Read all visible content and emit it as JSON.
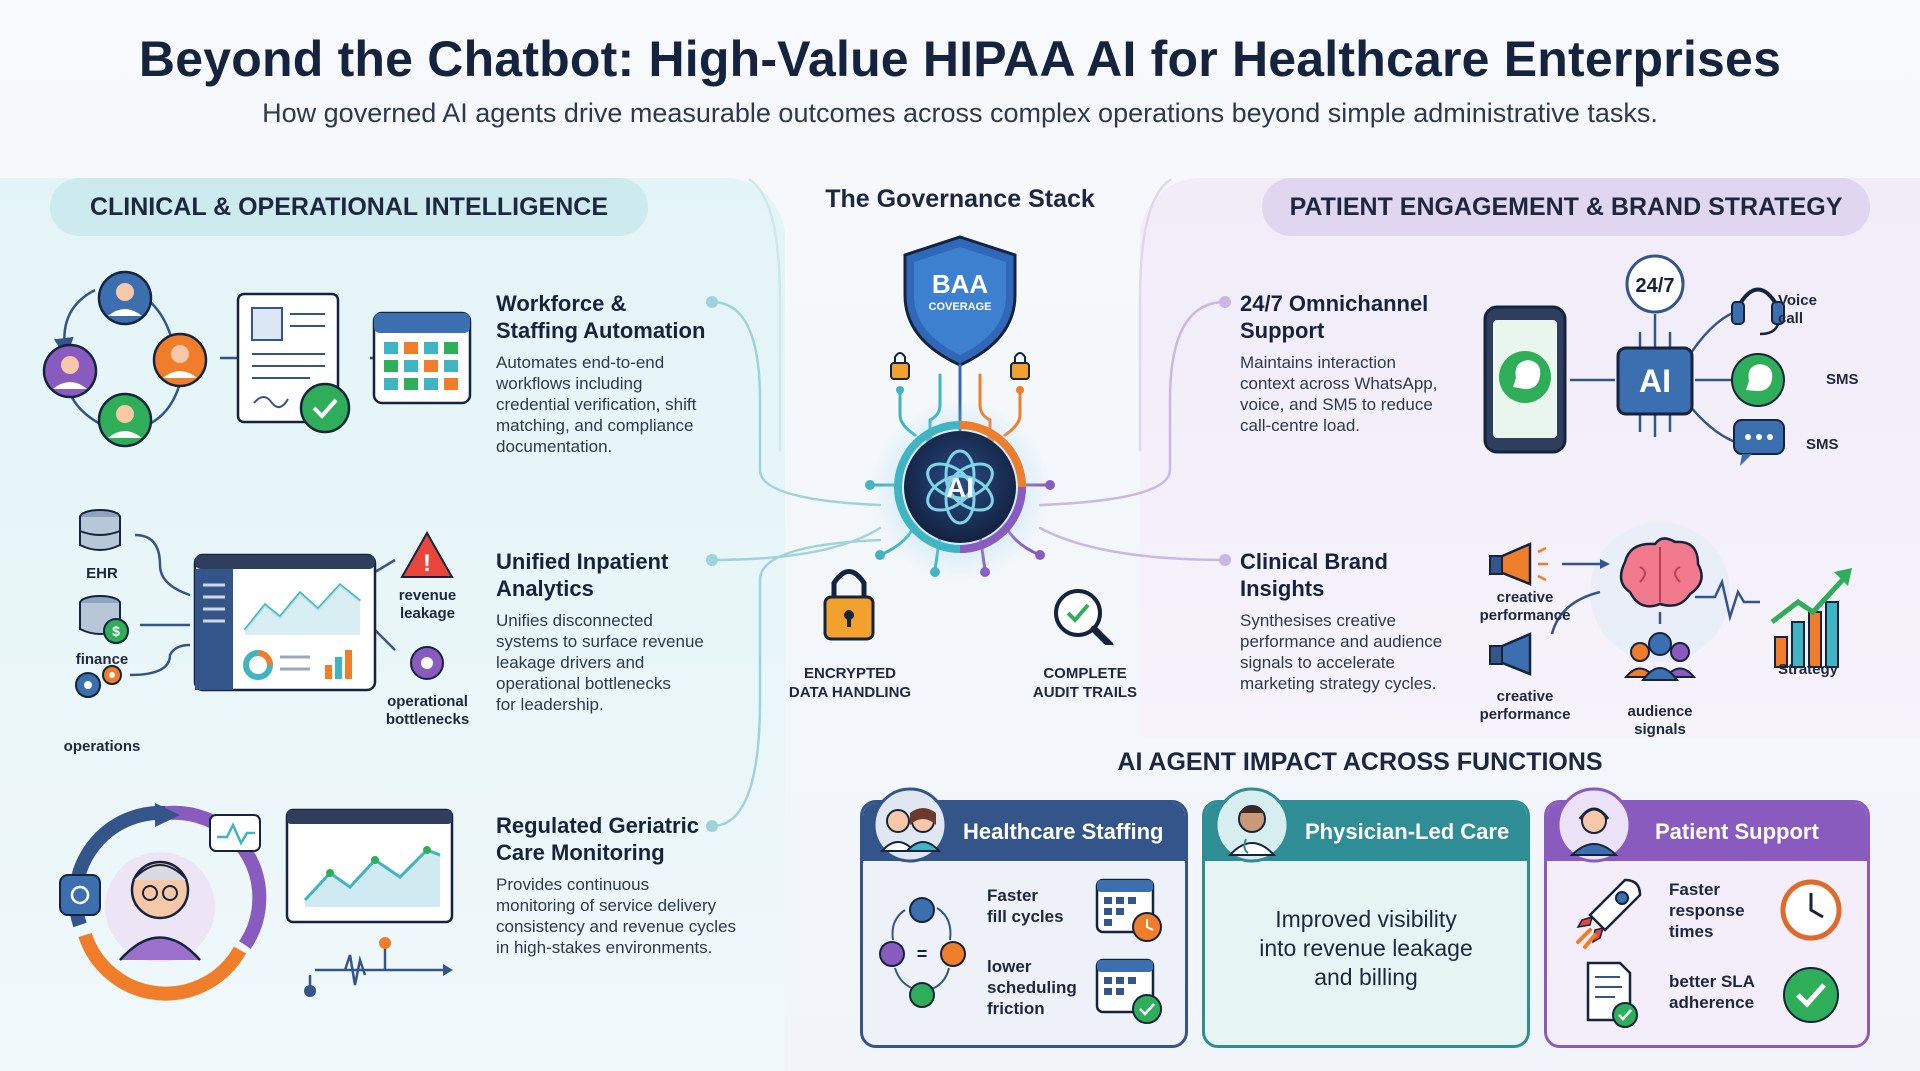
{
  "header": {
    "title": "Beyond the Chatbot: High-Value HIPAA AI for Healthcare Enterprises",
    "subtitle": "How governed AI agents drive measurable outcomes across complex operations beyond simple administrative tasks."
  },
  "left_section": {
    "heading": "CLINICAL & OPERATIONAL INTELLIGENCE",
    "features": [
      {
        "title_line1": "Workforce &",
        "title_line2": "Staffing Automation",
        "desc_lines": [
          "Automates end-to-end",
          "workflows including",
          "credential verification, shift",
          "matching, and compliance",
          "documentation."
        ]
      },
      {
        "title_line1": "Unified Inpatient",
        "title_line2": "Analytics",
        "desc_lines": [
          "Unifies disconnected",
          "systems to surface revenue",
          "leakage drivers and",
          "operational bottlenecks",
          "for leadership."
        ],
        "labels": {
          "ehr": "EHR",
          "finance": "finance",
          "operations": "operations",
          "revenue_leakage_1": "revenue",
          "revenue_leakage_2": "leakage",
          "bottlenecks_1": "operational",
          "bottlenecks_2": "bottlenecks"
        }
      },
      {
        "title_line1": "Regulated Geriatric",
        "title_line2": "Care Monitoring",
        "desc_lines": [
          "Provides continuous",
          "monitoring of service delivery",
          "consistency and revenue cycles",
          "in high-stakes environments."
        ]
      }
    ]
  },
  "governance": {
    "heading": "The Governance Stack",
    "shield_line1": "BAA",
    "shield_line2": "COVERAGE",
    "core_label": "AI",
    "encrypted_line1": "ENCRYPTED",
    "encrypted_line2": "DATA HANDLING",
    "audit_line1": "COMPLETE",
    "audit_line2": "AUDIT TRAILS"
  },
  "right_section": {
    "heading": "PATIENT ENGAGEMENT & BRAND STRATEGY",
    "features": [
      {
        "title_line1": "24/7 Omnichannel",
        "title_line2": "Support",
        "desc_lines": [
          "Maintains interaction",
          "context across WhatsApp,",
          "voice, and SM5 to reduce",
          "call-centre load."
        ],
        "labels": {
          "badge": "24/7",
          "chip": "AI",
          "voice_1": "Voice",
          "voice_2": "call",
          "sms_a": "SMS",
          "sms_b": "SMS"
        }
      },
      {
        "title_line1": "Clinical Brand",
        "title_line2": "Insights",
        "desc_lines": [
          "Synthesises creative",
          "performance and audience",
          "signals to accelerate",
          "marketing strategy cycles."
        ],
        "labels": {
          "creative_a1": "creative",
          "creative_a2": "performance",
          "creative_b1": "creative",
          "creative_b2": "performance",
          "audience_1": "audience",
          "audience_2": "signals",
          "strategy": "Strategy"
        }
      }
    ]
  },
  "impact": {
    "heading": "AI AGENT IMPACT ACROSS FUNCTIONS",
    "cards": [
      {
        "title": "Healthcare Staffing",
        "item1_lines": [
          "Faster",
          "fill cycles"
        ],
        "item2_lines": [
          "lower",
          "scheduling",
          "friction"
        ]
      },
      {
        "title": "Physician-Led Care",
        "body_lines": [
          "Improved visibility",
          "into revenue leakage",
          "and billing"
        ]
      },
      {
        "title": "Patient Support",
        "item1_lines": [
          "Faster",
          "response",
          "times"
        ],
        "item2_lines": [
          "better SLA",
          "adherence"
        ]
      }
    ]
  },
  "colors": {
    "navy": "#16233f",
    "teal": "#3fb4c2",
    "orange": "#ef7d2a",
    "purple": "#8a5bbf",
    "green": "#2fae5a",
    "staffing_card": "#34558a",
    "physician_card": "#2f8e95",
    "support_card": "#8a5bbf"
  }
}
